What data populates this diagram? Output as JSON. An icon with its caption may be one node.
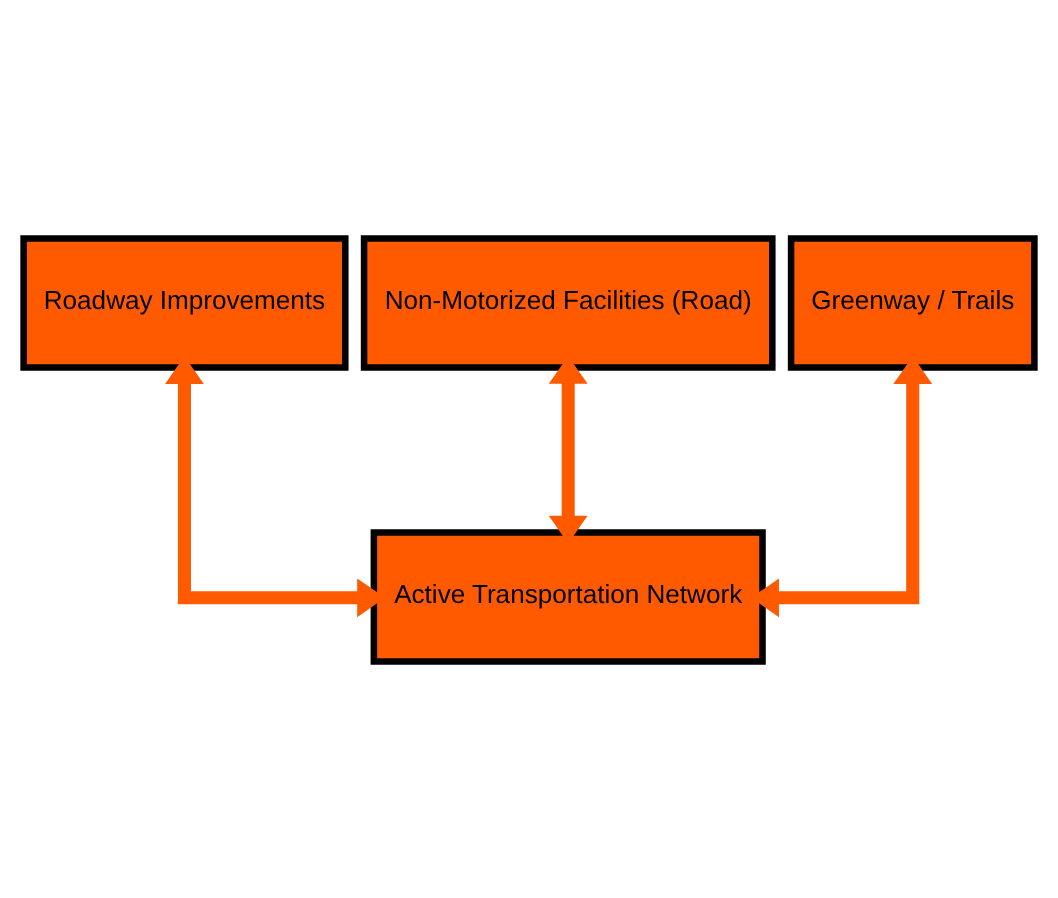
{
  "diagram": {
    "nodes": [
      {
        "text": [
          "Roadway Improvements"
        ]
      },
      {
        "text": [
          "Non-Motorized Facilities (Road)"
        ]
      },
      {
        "text": [
          "Greenway / Trails"
        ]
      },
      {
        "text": [
          "Active Transportation Network"
        ]
      }
    ],
    "edges": [
      {
        "from": 0,
        "to": 3,
        "arrow": "both"
      },
      {
        "from": 1,
        "to": 3,
        "arrow": "both"
      },
      {
        "from": 2,
        "to": 3,
        "arrow": "both"
      }
    ]
  }
}
